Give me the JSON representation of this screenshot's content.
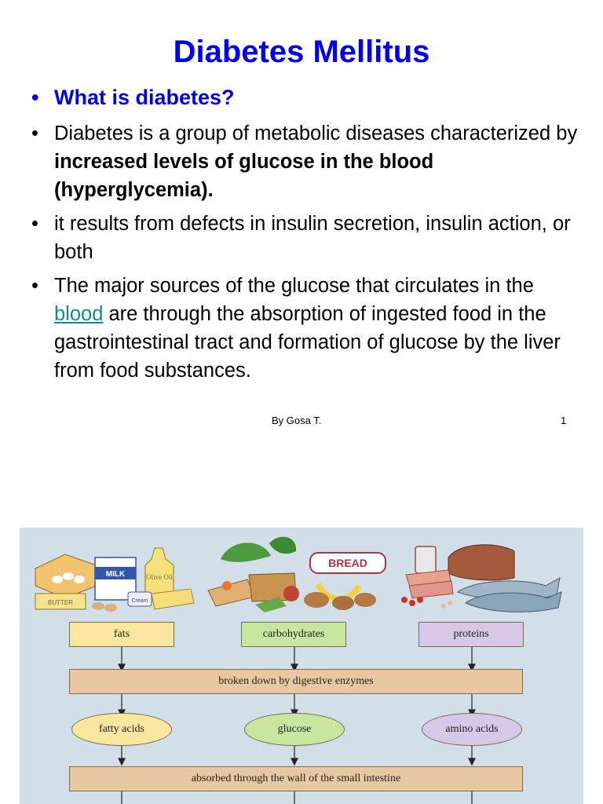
{
  "slide": {
    "title": "Diabetes Mellitus",
    "bullets": {
      "heading": "What is diabetes?",
      "b1_pre": "Diabetes is a group of metabolic diseases characterized by ",
      "b1_bold": "increased levels of glucose in the blood (hyperglycemia).",
      "b2": "it results from defects in insulin secretion, insulin action, or both",
      "b3_pre": "The major sources of the glucose that circulates in the ",
      "b3_link": "blood",
      "b3_post": " are through the absorption of ingested food in the gastrointestinal tract and formation of glucose by the liver from food substances."
    },
    "bullet_char": "•",
    "footer_author": "By Gosa T.",
    "page_number": "1"
  },
  "figure": {
    "food_labels": {
      "milk": "MILK",
      "olive_oil": "Olive Oil",
      "butter": "BUTTER",
      "cream": "Cream",
      "bread": "BREAD"
    },
    "row1": {
      "fats": "fats",
      "carbs": "carbohydrates",
      "proteins": "proteins"
    },
    "step1": "broken down by digestive enzymes",
    "row2": {
      "fatty_acids": "fatty acids",
      "glucose": "glucose",
      "amino_acids": "amino acids"
    },
    "step2": "absorbed through the wall of the small intestine",
    "colors": {
      "background": "#d3dfe8",
      "fats": "#fbe6a0",
      "carbs": "#c8e6a0",
      "proteins": "#d8c8e8",
      "step_bar": "#e8c8a0",
      "arrow": "#222222"
    }
  }
}
